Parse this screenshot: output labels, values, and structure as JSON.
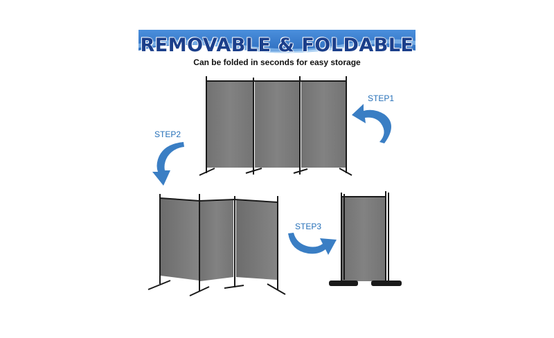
{
  "header": {
    "title": "REMOVABLE & FOLDABLE",
    "subtitle": "Can be folded in seconds for easy storage"
  },
  "steps": [
    {
      "label": "STEP1"
    },
    {
      "label": "STEP2"
    },
    {
      "label": "STEP3"
    }
  ],
  "colors": {
    "banner_blue": "#3b7fd0",
    "title_navy": "#1b3f8b",
    "arrow_blue": "#3a7ec4",
    "panel_gray": "#7b7b7b",
    "frame_black": "#1a1a1a"
  }
}
